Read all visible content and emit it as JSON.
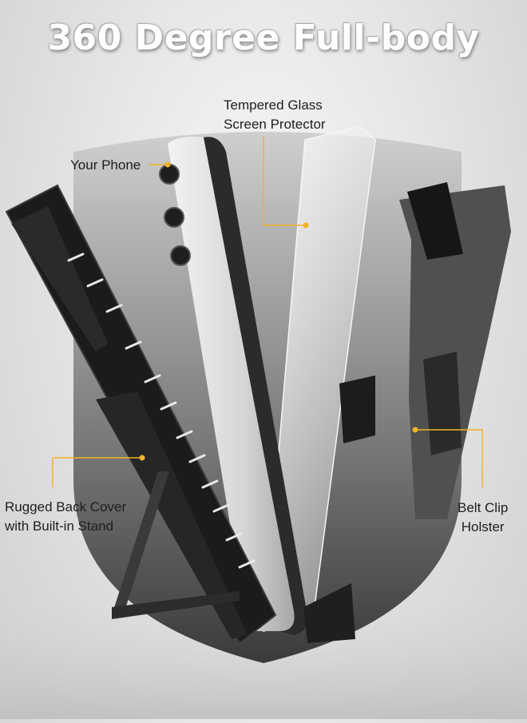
{
  "title": "360 Degree Full-body",
  "callouts": {
    "phone": {
      "line1": "Your Phone"
    },
    "glass": {
      "line1": "Tempered Glass",
      "line2": "Screen Protector"
    },
    "cover": {
      "line1": "Rugged Back Cover",
      "line2": "with Built-in Stand"
    },
    "clip": {
      "line1": "Belt Clip",
      "line2": "Holster"
    }
  },
  "colors": {
    "accent_line": "#f0b429",
    "shield_dark": "#2d2d2d",
    "case_black": "#1b1b1b"
  }
}
